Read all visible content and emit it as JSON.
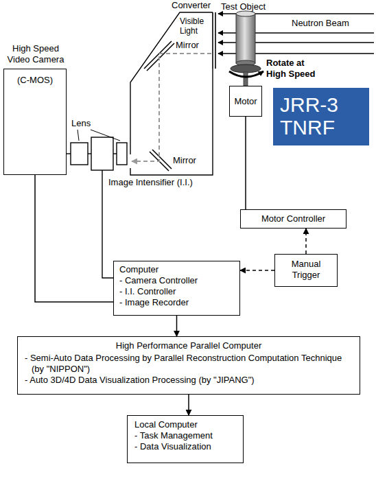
{
  "diagram": {
    "nodes": [
      {
        "text": [
          "High Speed Video Camera",
          "(C-MOS)"
        ]
      },
      {
        "text": [
          "Motor"
        ]
      },
      {
        "text": [
          "JRR-3 TNRF"
        ]
      },
      {
        "text": [
          "Motor Controller"
        ]
      },
      {
        "text": [
          "Computer",
          "- Camera Controller",
          "- I.I. Controller",
          "- Image Recorder"
        ]
      },
      {
        "text": [
          "Manual Trigger"
        ]
      },
      {
        "text": [
          "High Performance Parallel Computer",
          "- Semi-Auto Data Processing by Parallel Reconstruction Computation Technique (by \"NIPPON\")",
          "- Auto 3D/4D Data Visualization Processing (by \"JIPANG\")"
        ]
      },
      {
        "text": [
          "Local Computer",
          "- Task Management",
          "- Data Visualization"
        ]
      }
    ],
    "edges": [
      {
        "from": 0,
        "to": 4,
        "arrow": "none"
      },
      {
        "from": 1,
        "to": 3,
        "arrow": "none"
      },
      {
        "from": 5,
        "to": 3,
        "arrow": "to"
      },
      {
        "from": 5,
        "to": 4,
        "arrow": "to"
      },
      {
        "from": 4,
        "to": 6,
        "arrow": "to"
      },
      {
        "from": 6,
        "to": 7,
        "arrow": "to"
      }
    ],
    "labels": [
      "Converter",
      "Visible Light",
      "Mirror",
      "Mirror",
      "Lens",
      "Image Intensifier (I.I.)",
      "Test Object",
      "Neutron Beam",
      "Rotate at High Speed"
    ]
  }
}
